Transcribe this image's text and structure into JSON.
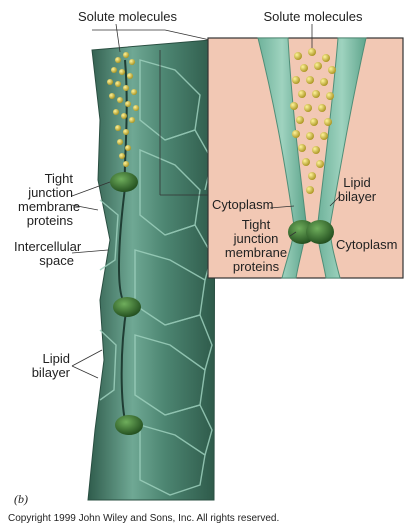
{
  "left_labels": {
    "solute_molecules": "Solute molecules",
    "tight_junction": [
      "Tight",
      "junction",
      "membrane",
      "proteins"
    ],
    "intercellular_space": [
      "Intercellular",
      "space"
    ],
    "lipid_bilayer": [
      "Lipid",
      "bilayer"
    ]
  },
  "inset_labels": {
    "solute_molecules": "Solute molecules",
    "cytoplasm_left": "Cytoplasm",
    "lipid_bilayer": [
      "Lipid",
      "bilayer"
    ],
    "tight_junction": [
      "Tight",
      "junction",
      "membrane",
      "proteins"
    ],
    "cytoplasm_right": "Cytoplasm"
  },
  "panel_label": "(b)",
  "copyright": "Copyright 1999 John Wiley and Sons, Inc. All rights reserved.",
  "colors": {
    "membrane": "#5f9a86",
    "membrane_dark": "#2f5c4c",
    "inset_bg": "#f2c8b4",
    "protein": "#2f6b2a",
    "solute": "#d9c84a"
  }
}
